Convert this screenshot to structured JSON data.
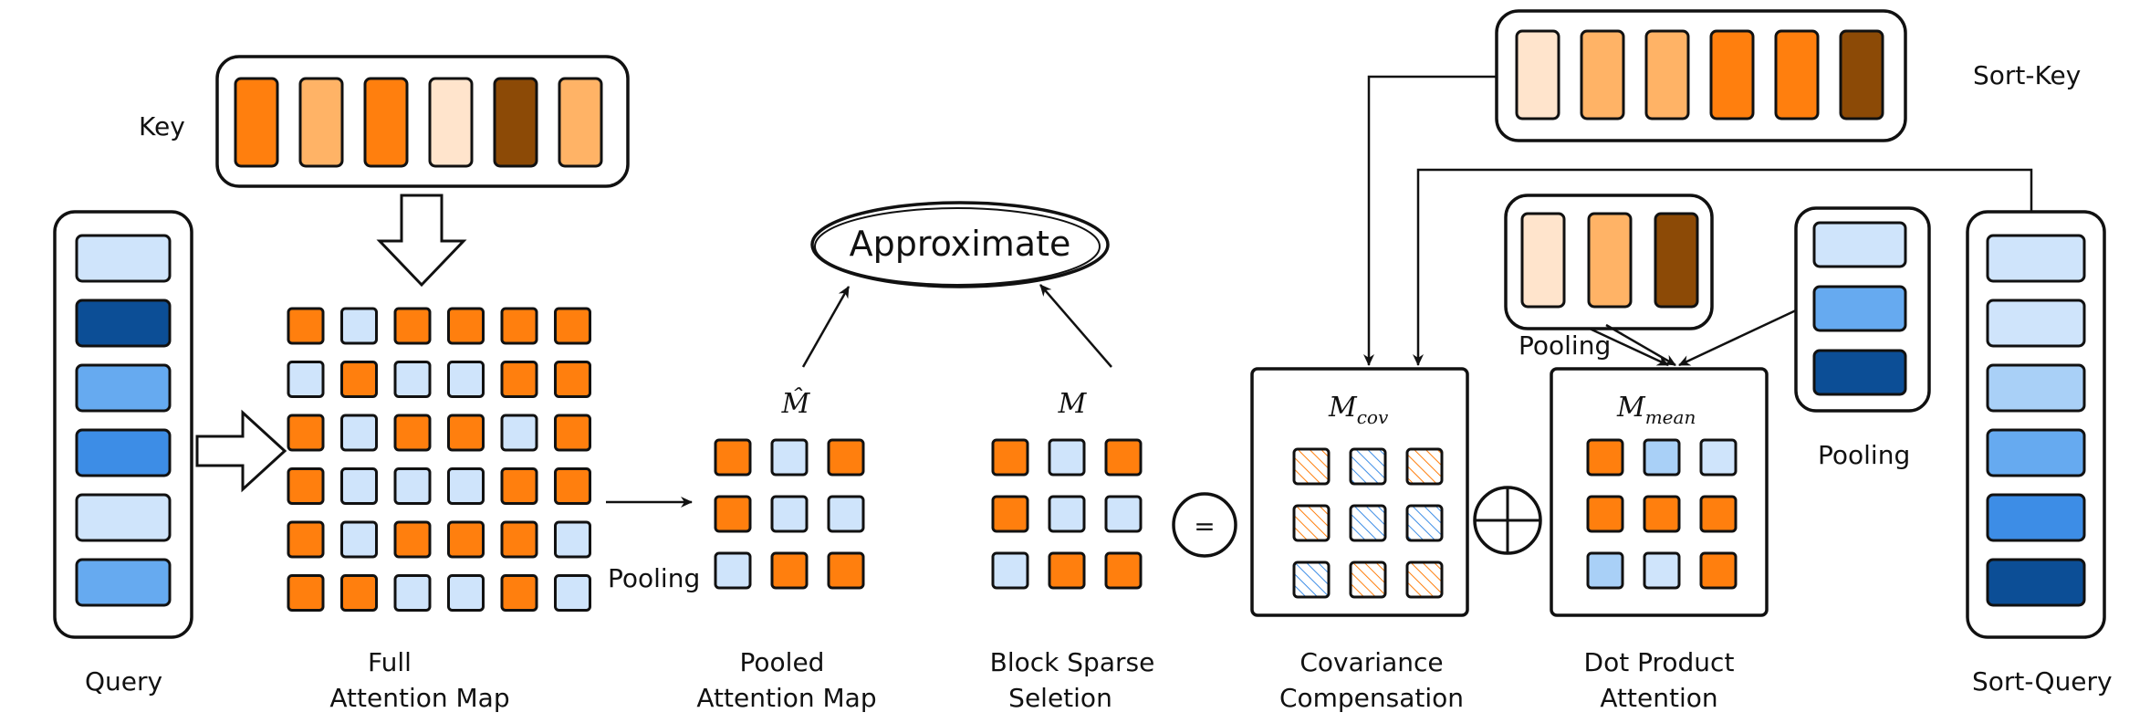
{
  "labels": {
    "key": "Key",
    "query": "Query",
    "full_1": "Full",
    "full_2": "Attention Map",
    "pooling_1": "Pooling",
    "pooled_1": "Pooled",
    "pooled_2": "Attention Map",
    "approximate": "Approximate",
    "m_hat": "M̂",
    "m": "M",
    "block_1": "Block Sparse",
    "block_2": "Seletion",
    "equals": "=",
    "sort_key": "Sort-Key",
    "sort_query": "Sort-Query",
    "m_cov_base": "M",
    "m_cov_sub": "cov",
    "m_mean_base": "M",
    "m_mean_sub": "mean",
    "cov_1": "Covariance",
    "cov_2": "Compensation",
    "dot_1": "Dot Product",
    "dot_2": "Attention",
    "pooling_2": "Pooling",
    "pooling_3": "Pooling"
  },
  "colors": {
    "orange": "#ff7f0e",
    "light_orange": "#ffb366",
    "pale_orange": "#ffe4cc",
    "brown": "#8c4a06",
    "pale_blue": "#cfe4fb",
    "light_blue": "#a9d0f7",
    "mid_blue": "#66aaf0",
    "blue": "#3d8de6",
    "dark_blue": "#0c4e96"
  },
  "key_tokens": [
    "orange",
    "light_orange",
    "orange",
    "pale_orange",
    "brown",
    "light_orange"
  ],
  "query_tokens": [
    "pale_blue",
    "dark_blue",
    "mid_blue",
    "blue",
    "pale_blue",
    "mid_blue"
  ],
  "sort_key_tokens": [
    "pale_orange",
    "light_orange",
    "light_orange",
    "orange",
    "orange",
    "brown"
  ],
  "sort_query_tokens": [
    "pale_blue",
    "pale_blue",
    "light_blue",
    "mid_blue",
    "blue",
    "dark_blue"
  ],
  "pooled_key_tokens": [
    "pale_orange",
    "light_orange",
    "brown"
  ],
  "pooled_query_tokens": [
    "pale_blue",
    "mid_blue",
    "dark_blue"
  ],
  "full_attention_grid": [
    [
      "O",
      "B",
      "O",
      "O",
      "O",
      "O"
    ],
    [
      "B",
      "O",
      "B",
      "B",
      "O",
      "O"
    ],
    [
      "O",
      "B",
      "O",
      "O",
      "B",
      "O"
    ],
    [
      "O",
      "B",
      "B",
      "B",
      "O",
      "O"
    ],
    [
      "O",
      "B",
      "O",
      "O",
      "O",
      "B"
    ],
    [
      "O",
      "O",
      "B",
      "B",
      "O",
      "B"
    ]
  ],
  "pooled_grid": [
    [
      "O",
      "B",
      "O"
    ],
    [
      "O",
      "B",
      "B"
    ],
    [
      "B",
      "O",
      "O"
    ]
  ],
  "block_sparse_grid": [
    [
      "O",
      "B",
      "O"
    ],
    [
      "O",
      "B",
      "B"
    ],
    [
      "B",
      "O",
      "O"
    ]
  ],
  "covariance_grid": [
    [
      "HO",
      "HB",
      "HO"
    ],
    [
      "HO",
      "HB",
      "HB"
    ],
    [
      "HB",
      "HO",
      "HO"
    ]
  ],
  "dot_product_grid": [
    [
      "O",
      "MB",
      "LB"
    ],
    [
      "O",
      "O",
      "O"
    ],
    [
      "MB",
      "LB",
      "O"
    ]
  ]
}
